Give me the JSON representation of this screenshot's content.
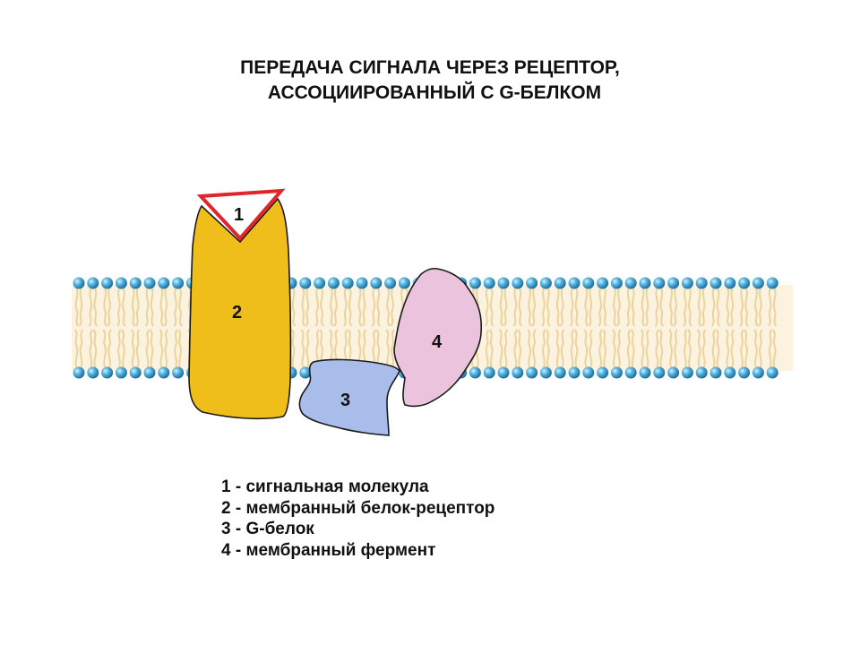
{
  "title": {
    "line1": "ПЕРЕДАЧА СИГНАЛА ЧЕРЕЗ РЕЦЕПТОР,",
    "line2": "АССОЦИИРОВАННЫЙ С G-БЕЛКОМ"
  },
  "diagram": {
    "labels": {
      "signal_molecule": "1",
      "receptor": "2",
      "g_protein": "3",
      "enzyme": "4"
    }
  },
  "legend": [
    {
      "number": "1",
      "text": " - сигнальная молекула"
    },
    {
      "number": "2",
      "text": " - мембранный белок-рецептор"
    },
    {
      "number": "3",
      "text": " - G-белок"
    },
    {
      "number": "4",
      "text": " - мембранный фермент"
    }
  ],
  "colors": {
    "receptor": "#f0be1a",
    "g_protein": "#a9bdea",
    "enzyme": "#ebc3dd",
    "signal_outline": "#e0262a",
    "lipid_head": "#4aa8d8",
    "lipid_tail": "#f0d7a0"
  }
}
